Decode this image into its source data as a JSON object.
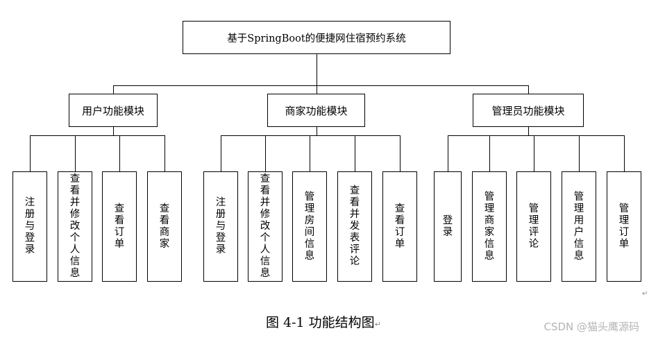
{
  "root": "基于SpringBoot的便捷网住宿预约系统",
  "modules": [
    {
      "title": "用户功能模块",
      "items": [
        "注册与登录",
        "查看并修改个人信息",
        "查看订单",
        "查看商家"
      ]
    },
    {
      "title": "商家功能模块",
      "items": [
        "注册与登录",
        "查看并修改个人信息",
        "管理房间信息",
        "查看并发表评论",
        "查看订单"
      ]
    },
    {
      "title": "管理员功能模块",
      "items": [
        "登录",
        "管理商家信息",
        "管理评论",
        "管理用户信息",
        "管理订单"
      ]
    }
  ],
  "caption": "图 4-1  功能结构图",
  "watermark": "CSDN @猫头鹰源码"
}
